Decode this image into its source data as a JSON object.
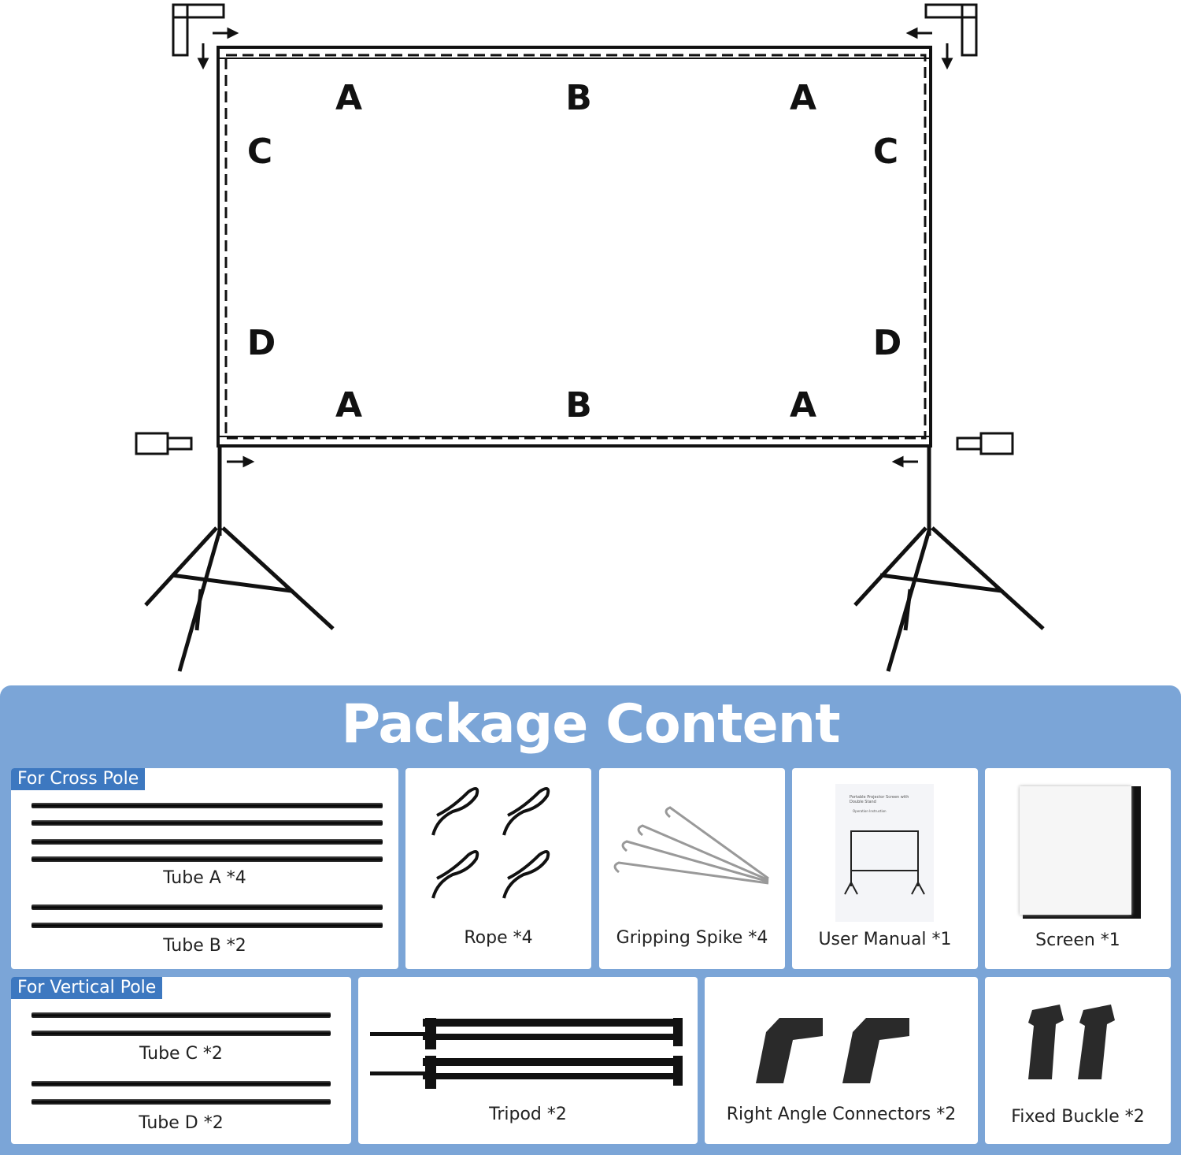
{
  "diagram": {
    "letters": {
      "top_left": "A",
      "top_mid": "B",
      "top_right": "A",
      "left_upper": "C",
      "right_upper": "C",
      "left_lower": "D",
      "right_lower": "D",
      "bottom_left": "A",
      "bottom_mid": "B",
      "bottom_right": "A"
    }
  },
  "package": {
    "title": "Package Content",
    "cross_pole": {
      "tag": "For Cross Pole",
      "tube_a": "Tube A *4",
      "tube_b": "Tube B *2"
    },
    "vertical_pole": {
      "tag": "For Vertical Pole",
      "tube_c": "Tube C *2",
      "tube_d": "Tube D *2"
    },
    "items": {
      "rope": "Rope *4",
      "spike": "Gripping Spike *4",
      "manual": "User Manual  *1",
      "screen": "Screen *1",
      "tripod": "Tripod *2",
      "connectors": "Right Angle Connectors  *2",
      "buckle": "Fixed Buckle  *2"
    },
    "manual_cover": {
      "title": "Portable Projector Screen with Double Stand",
      "subtitle": "Operation Instruction"
    }
  },
  "colors": {
    "panel": "#7ba5d7",
    "tag": "#3d78c0"
  }
}
